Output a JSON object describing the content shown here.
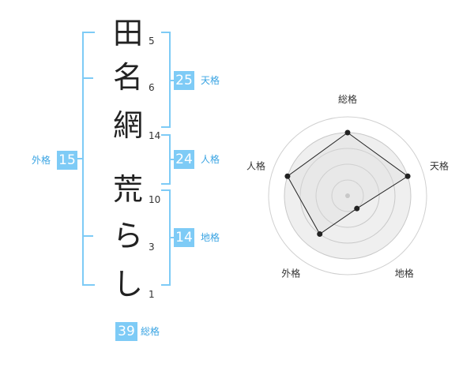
{
  "name": {
    "chars": [
      "田",
      "名",
      "網",
      "荒",
      "ら",
      "し"
    ],
    "strokes": [
      "5",
      "6",
      "14",
      "10",
      "3",
      "1"
    ]
  },
  "kaku": {
    "tenkaku": {
      "value": "25",
      "label": "天格"
    },
    "jinkaku": {
      "value": "24",
      "label": "人格"
    },
    "chikaku": {
      "value": "14",
      "label": "地格"
    },
    "gaikaku": {
      "value": "15",
      "label": "外格"
    },
    "soukaku": {
      "value": "39",
      "label": "総格"
    }
  },
  "chart_data": {
    "type": "radar",
    "axes": [
      "総格",
      "天格",
      "地格",
      "外格",
      "人格"
    ],
    "values": [
      4,
      4,
      1,
      3,
      4
    ],
    "max": 5,
    "rings": 4
  },
  "colors": {
    "accent": "#7ecbf6",
    "label": "#3aa4e3",
    "fill": "#efefef",
    "line": "#222222"
  }
}
